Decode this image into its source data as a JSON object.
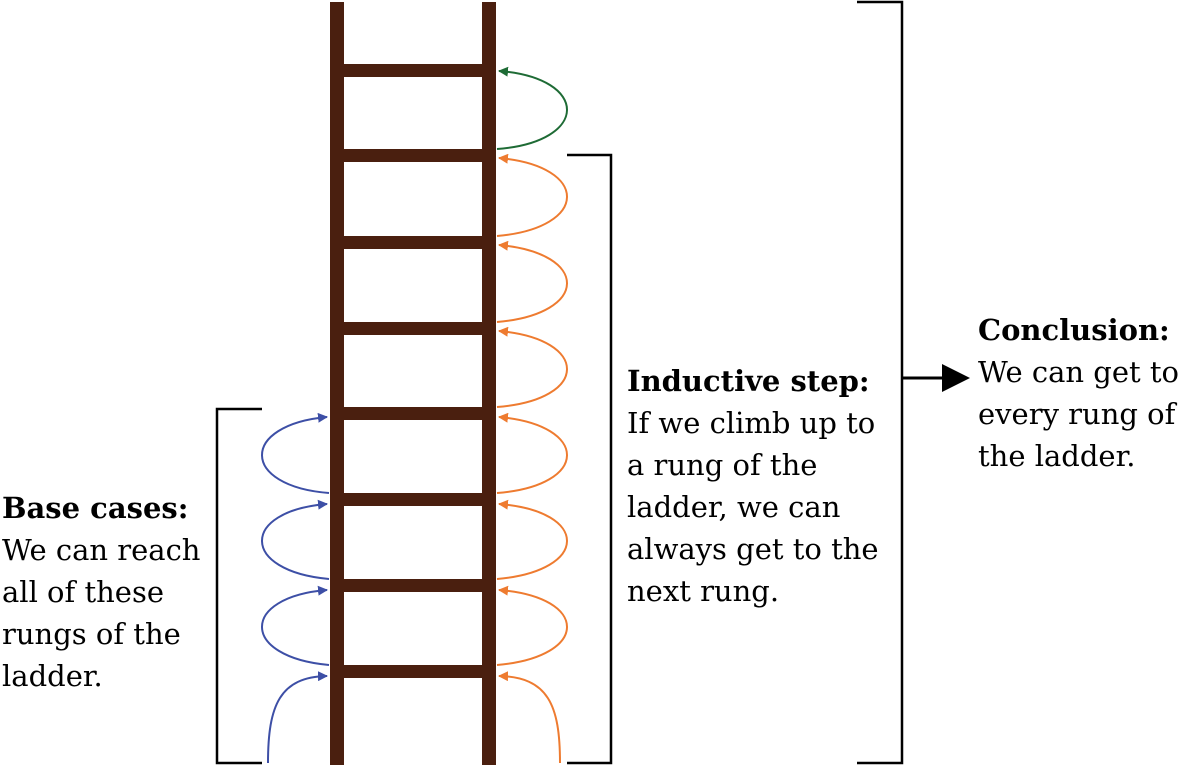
{
  "base_cases": {
    "heading": "Base cases:",
    "lines": [
      "We can reach",
      "all of these",
      "rungs of the",
      "ladder."
    ]
  },
  "inductive_step": {
    "heading": "Inductive step:",
    "lines": [
      "If we climb up to",
      "a rung of the",
      "ladder, we can",
      "always get to the",
      "next rung."
    ]
  },
  "conclusion": {
    "heading": "Conclusion:",
    "lines": [
      "We can get to",
      "every rung of",
      "the ladder."
    ]
  },
  "colors": {
    "ladder": "#4a1f0f",
    "base_arrows": "#3d4fa6",
    "step_arrows": "#ee7b30",
    "final_arrow": "#1e6b35",
    "ink": "#000000"
  }
}
